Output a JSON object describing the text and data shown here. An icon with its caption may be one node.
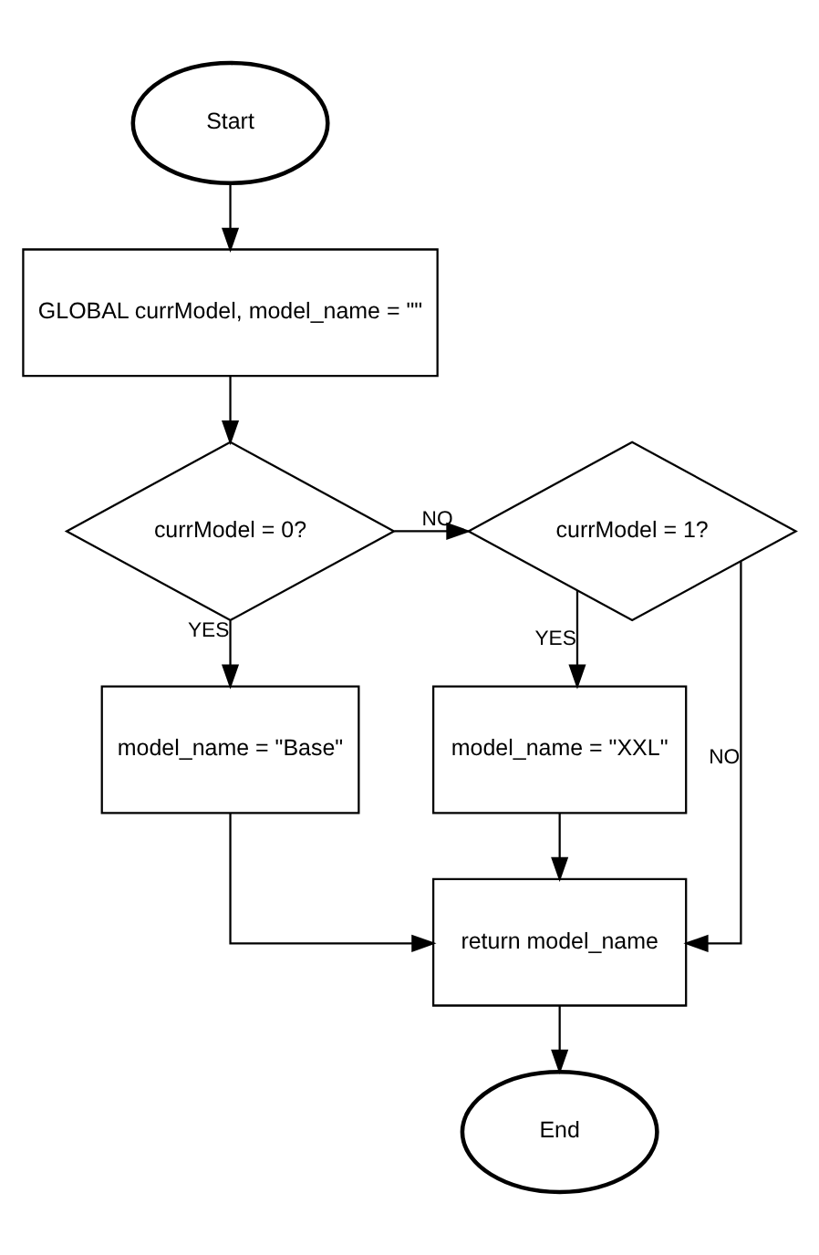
{
  "diagram": {
    "nodes": [
      {
        "text": [
          "Start"
        ]
      },
      {
        "text": [
          "GLOBAL currModel, model_name = \"\""
        ]
      },
      {
        "text": [
          "currModel = 0?"
        ]
      },
      {
        "text": [
          "currModel = 1?"
        ]
      },
      {
        "text": [
          "model_name = \"Base\""
        ]
      },
      {
        "text": [
          "model_name = \"XXL\""
        ]
      },
      {
        "text": [
          "return model_name"
        ]
      },
      {
        "text": [
          "End"
        ]
      }
    ],
    "edges": [
      {
        "from": 0,
        "to": 1,
        "arrow": "to"
      },
      {
        "from": 1,
        "to": 2,
        "arrow": "to"
      },
      {
        "from": 2,
        "to": 3,
        "arrow": "to",
        "label": "NO"
      },
      {
        "from": 2,
        "to": 4,
        "arrow": "to",
        "label": "YES"
      },
      {
        "from": 3,
        "to": 5,
        "arrow": "to",
        "label": "YES"
      },
      {
        "from": 4,
        "to": 6,
        "arrow": "to"
      },
      {
        "from": 5,
        "to": 6,
        "arrow": "to"
      },
      {
        "from": 3,
        "to": 6,
        "arrow": "to",
        "label": "NO"
      },
      {
        "from": 6,
        "to": 7,
        "arrow": "to"
      }
    ]
  }
}
